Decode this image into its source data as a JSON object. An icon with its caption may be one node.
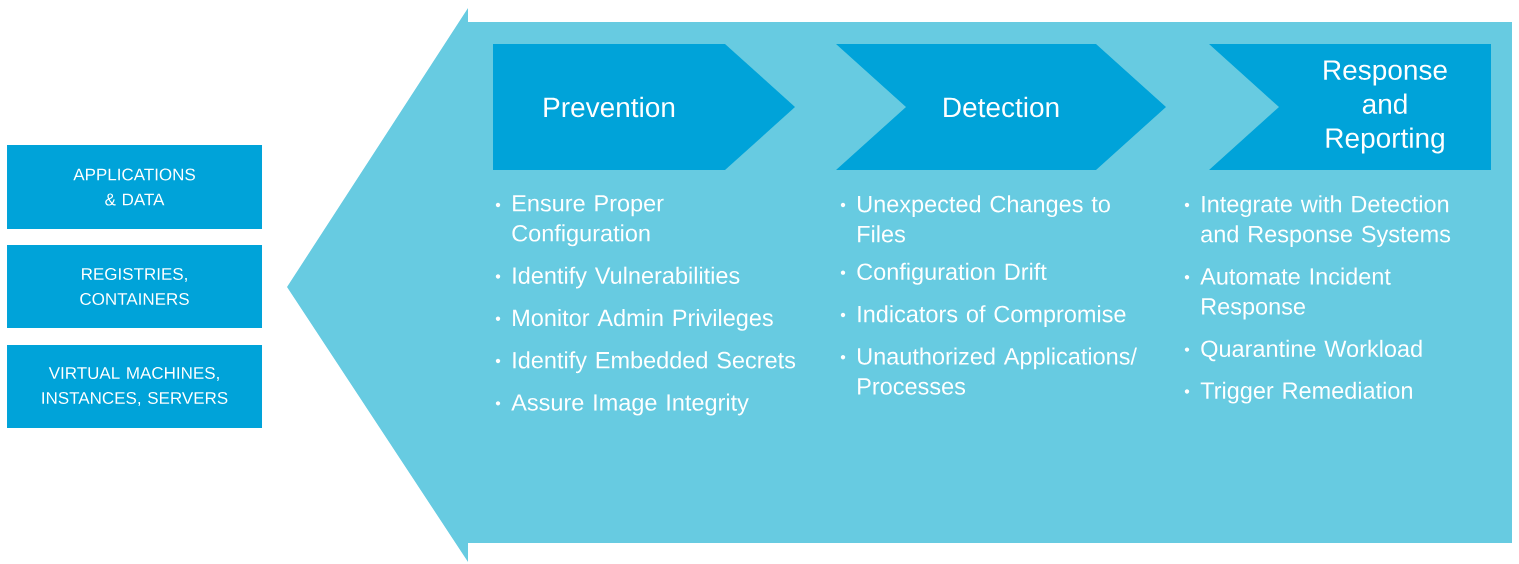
{
  "diagram": {
    "nodes": [
      {
        "text": [
          "APPLICATIONS & DATA"
        ]
      },
      {
        "text": [
          "REGISTRIES, CONTAINERS"
        ]
      },
      {
        "text": [
          "VIRTUAL MACHINES, INSTANCES, SERVERS"
        ]
      },
      {
        "text": [],
        "shape": "arrow"
      },
      {
        "text": [
          "Prevention"
        ],
        "in": 3,
        "beside": [
          "Ensure Proper Configuration",
          "Identify Vulnerabilities",
          "Monitor Admin Privileges",
          "Identify Embedded Secrets",
          "Assure Image Integrity"
        ]
      },
      {
        "text": [
          "Detection"
        ],
        "in": 3,
        "beside": [
          "Unexpected Changes to Files",
          "Configuration Drift",
          "Indicators of Compromise",
          "Unauthorized Applications/ Processes"
        ]
      },
      {
        "text": [
          "Response and Reporting"
        ],
        "in": 3,
        "beside": [
          "Integrate with Detection and Response Systems",
          "Automate Incident Response",
          "Quarantine Workload",
          "Trigger Remediation"
        ]
      }
    ]
  }
}
